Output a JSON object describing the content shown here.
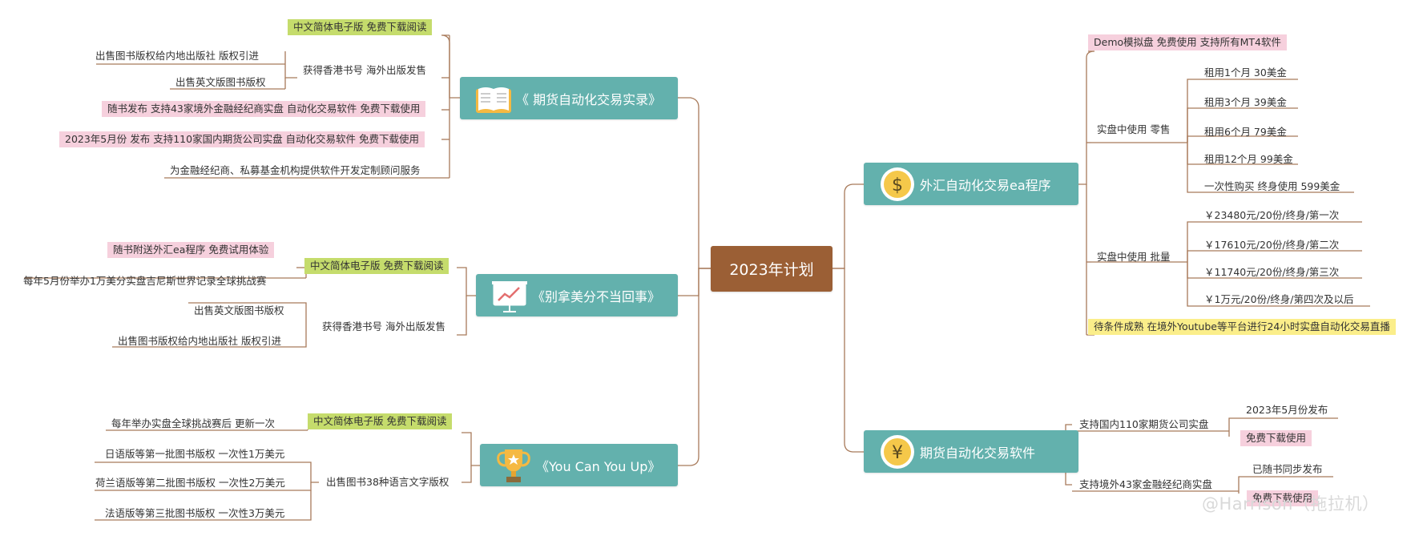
{
  "root": "2023年计划",
  "left": [
    {
      "title": "《 期货自动化交易实录》",
      "icon": "book-icon",
      "items": {
        "free_read": "中文简体电子版 免费下载阅读",
        "hk_pub": "获得香港书号 海外出版发售",
        "hk_sub1": "出售图书版权给内地出版社  版权引进",
        "hk_sub2": "出售英文版图书版权",
        "release_43": "随书发布 支持43家境外金融经纪商实盘 自动化交易软件 免费下载使用",
        "release_110": "2023年5月份 发布 支持110家国内期货公司实盘 自动化交易软件 免费下载使用",
        "consult": "为金融经纪商、私募基金机构提供软件开发定制顾问服务"
      }
    },
    {
      "title": "《别拿美分不当回事》",
      "icon": "presentation-chart-icon",
      "items": {
        "free_read": "中文简体电子版 免费下载阅读",
        "ea_gift": "随书附送外汇ea程序 免费试用体验",
        "challenge": "每年5月份举办1万美分实盘吉尼斯世界记录全球挑战赛",
        "hk_pub": "获得香港书号 海外出版发售",
        "hk_sub1": "出售英文版图书版权",
        "hk_sub2": "出售图书版权给内地出版社 版权引进"
      }
    },
    {
      "title": "《You Can You Up》",
      "icon": "trophy-icon",
      "items": {
        "free_read": "中文简体电子版 免费下载阅读",
        "update": "每年举办实盘全球挑战赛后 更新一次",
        "langs": "出售图书38种语言文字版权",
        "lang1": "日语版等第一批图书版权 一次性1万美元",
        "lang2": "荷兰语版等第二批图书版权 一次性2万美元",
        "lang3": "法语版等第三批图书版权 一次性3万美元"
      }
    }
  ],
  "right": [
    {
      "title": "外汇自动化交易ea程序",
      "icon": "dollar-icon",
      "items": {
        "demo": "Demo模拟盘 免费使用 支持所有MT4软件",
        "retail": "实盘中使用 零售",
        "r1": "租用1个月 30美金",
        "r2": "租用3个月 39美金",
        "r3": "租用6个月 79美金",
        "r4": "租用12个月  99美金",
        "r5": "一次性购买  终身使用  599美金",
        "bulk": "实盘中使用 批量",
        "b1": "￥23480元/20份/终身/第一次",
        "b2": "￥17610元/20份/终身/第二次",
        "b3": "￥11740元/20份/终身/第三次",
        "b4": "￥1万元/20份/终身/第四次及以后",
        "live": "待条件成熟 在境外Youtube等平台进行24小时实盘自动化交易直播"
      }
    },
    {
      "title": "期货自动化交易软件",
      "icon": "yen-icon",
      "items": {
        "domestic": "支持国内110家期货公司实盘",
        "d1": "2023年5月份发布",
        "d2": "免费下载使用",
        "overseas": "支持境外43家金融经纪商实盘",
        "o1": "已随书同步发布",
        "o2": "免费下载使用"
      }
    }
  ],
  "watermark": "@Harrison（拖拉机）",
  "colors": {
    "root": "#9b5f35",
    "main": "#63b1ad",
    "green": "#c5dc6c",
    "pink": "#f6d0dd",
    "yellow": "#fbee8a",
    "line": "#a87a5a"
  }
}
